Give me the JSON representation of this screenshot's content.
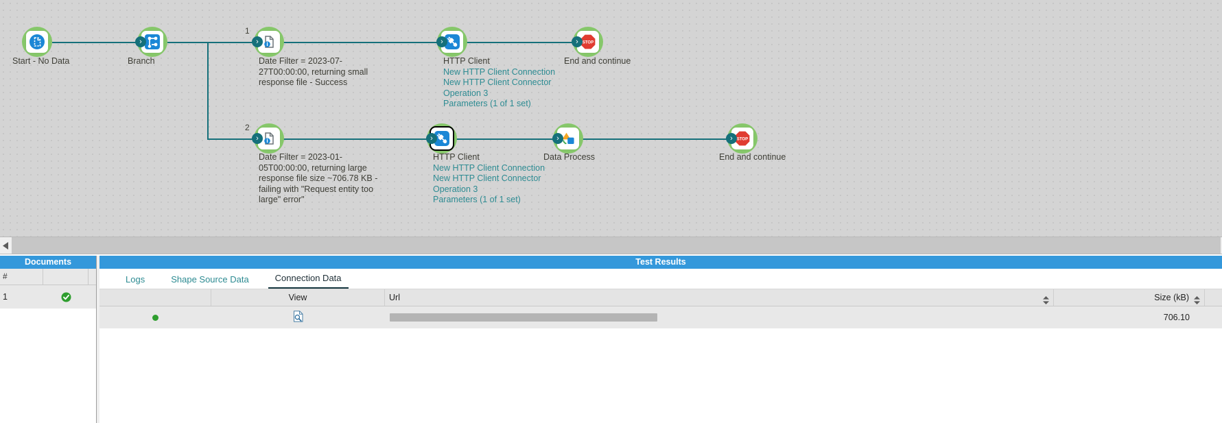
{
  "canvas": {
    "nodes": [
      {
        "id": "start",
        "icon": "document-start-icon",
        "label": "Start - No Data",
        "sublines": []
      },
      {
        "id": "branch",
        "icon": "branch-icon",
        "label": "Branch",
        "sublines": []
      },
      {
        "id": "msg1",
        "icon": "message-info-icon",
        "label": "Date Filter = 2023-07-27T00:00:00, returning small response file - Success",
        "sublines": []
      },
      {
        "id": "http1",
        "icon": "http-client-icon",
        "label": "HTTP Client",
        "sublines": [
          "New HTTP Client Connection",
          "New HTTP Client Connector",
          "Operation 3",
          "Parameters (1 of 1 set)"
        ]
      },
      {
        "id": "end1",
        "icon": "stop-icon",
        "label": "End and continue",
        "sublines": []
      },
      {
        "id": "msg2",
        "icon": "message-info-icon",
        "label": "Date Filter = 2023-01-05T00:00:00, returning large response file size ~706.78 KB - failing with \"Request entity too large\" error\"",
        "sublines": []
      },
      {
        "id": "http2",
        "icon": "http-client-icon",
        "label": "HTTP Client",
        "sublines": [
          "New HTTP Client Connection",
          "New HTTP Client Connector",
          "Operation 3",
          "Parameters (1 of 1 set)"
        ]
      },
      {
        "id": "dataprocess",
        "icon": "data-process-icon",
        "label": "Data Process",
        "sublines": []
      },
      {
        "id": "end2",
        "icon": "stop-icon",
        "label": "End and continue",
        "sublines": []
      }
    ],
    "branch_numbers": [
      "1",
      "2"
    ],
    "colors": {
      "node_ring": "#86c76a",
      "edge": "#15707a",
      "sublabel": "#2d8b92",
      "canvas_bg": "#d4d4d4"
    }
  },
  "documents": {
    "title": "Documents",
    "columns": [
      "#",
      "",
      ""
    ],
    "rows": [
      {
        "num": "1",
        "status": "check-success-icon"
      }
    ]
  },
  "results": {
    "title": "Test Results",
    "tabs": [
      {
        "label": "Logs",
        "active": false
      },
      {
        "label": "Shape Source Data",
        "active": false
      },
      {
        "label": "Connection Data",
        "active": true
      }
    ],
    "table": {
      "columns": [
        "",
        "View",
        "Url",
        "Size (kB)"
      ],
      "rows": [
        {
          "status": "status-dot-green",
          "view": "view-document-icon",
          "url": "",
          "size": "706.10"
        }
      ]
    }
  }
}
